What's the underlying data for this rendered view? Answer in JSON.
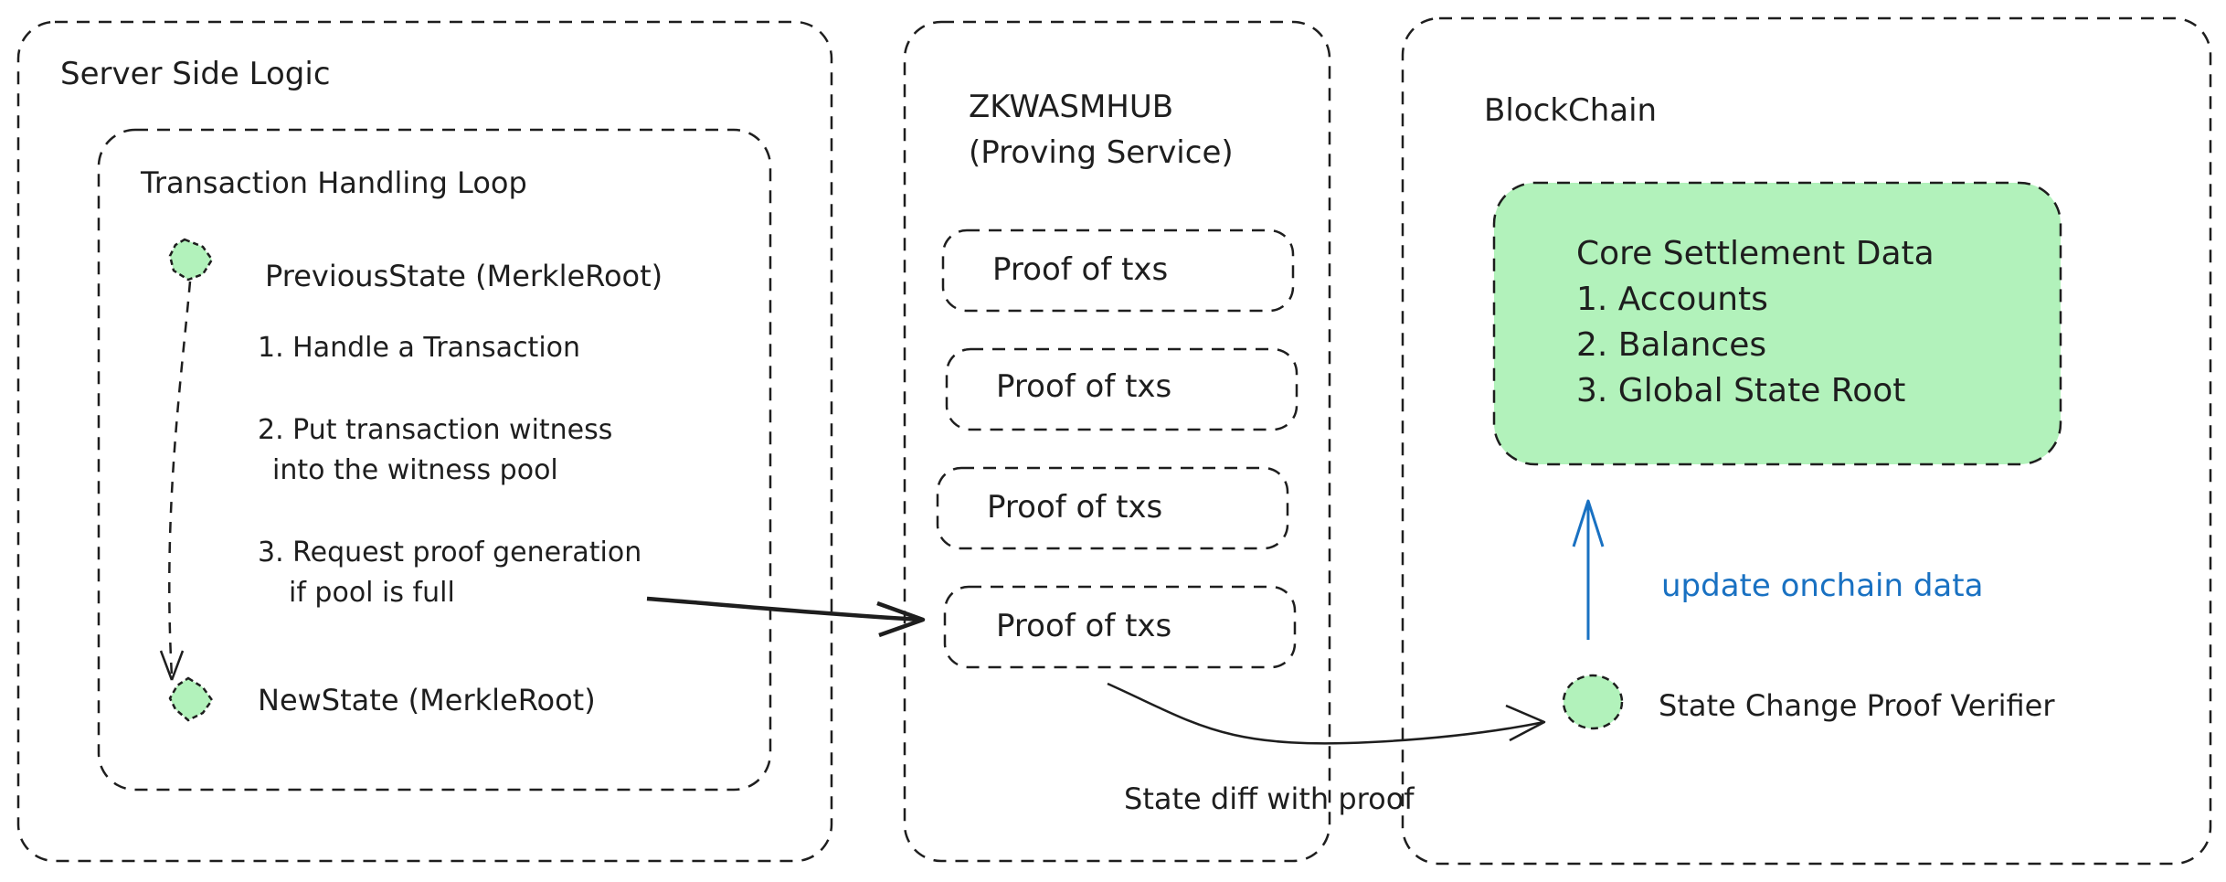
{
  "colors": {
    "stroke": "#1e1e1e",
    "core_fill": "#b2f2bb",
    "node_fill": "#b2f2bb",
    "blue_arrow": "#1971c2"
  },
  "server": {
    "title": "Server Side Logic",
    "loop_title": "Transaction Handling Loop",
    "previous_state": "PreviousState (MerkleRoot)",
    "step1": "1. Handle a Transaction",
    "step2_line1": "2. Put transaction witness",
    "step2_line2": "into the witness pool",
    "step3_line1": "3. Request proof generation",
    "step3_line2": "if pool is full",
    "new_state": "NewState (MerkleRoot)"
  },
  "hub": {
    "title_line1": "ZKWASMHUB",
    "title_line2": "(Proving Service)",
    "proofs": [
      "Proof of txs",
      "Proof of txs",
      "Proof of txs",
      "Proof of txs"
    ]
  },
  "chain": {
    "title": "BlockChain",
    "core_title": "Core Settlement Data",
    "core_items": [
      "1. Accounts",
      "2. Balances",
      "3. Global State Root"
    ],
    "update_label": "update onchain data",
    "verifier": "State Change Proof Verifier"
  },
  "edges": {
    "state_diff": "State diff with proof"
  }
}
